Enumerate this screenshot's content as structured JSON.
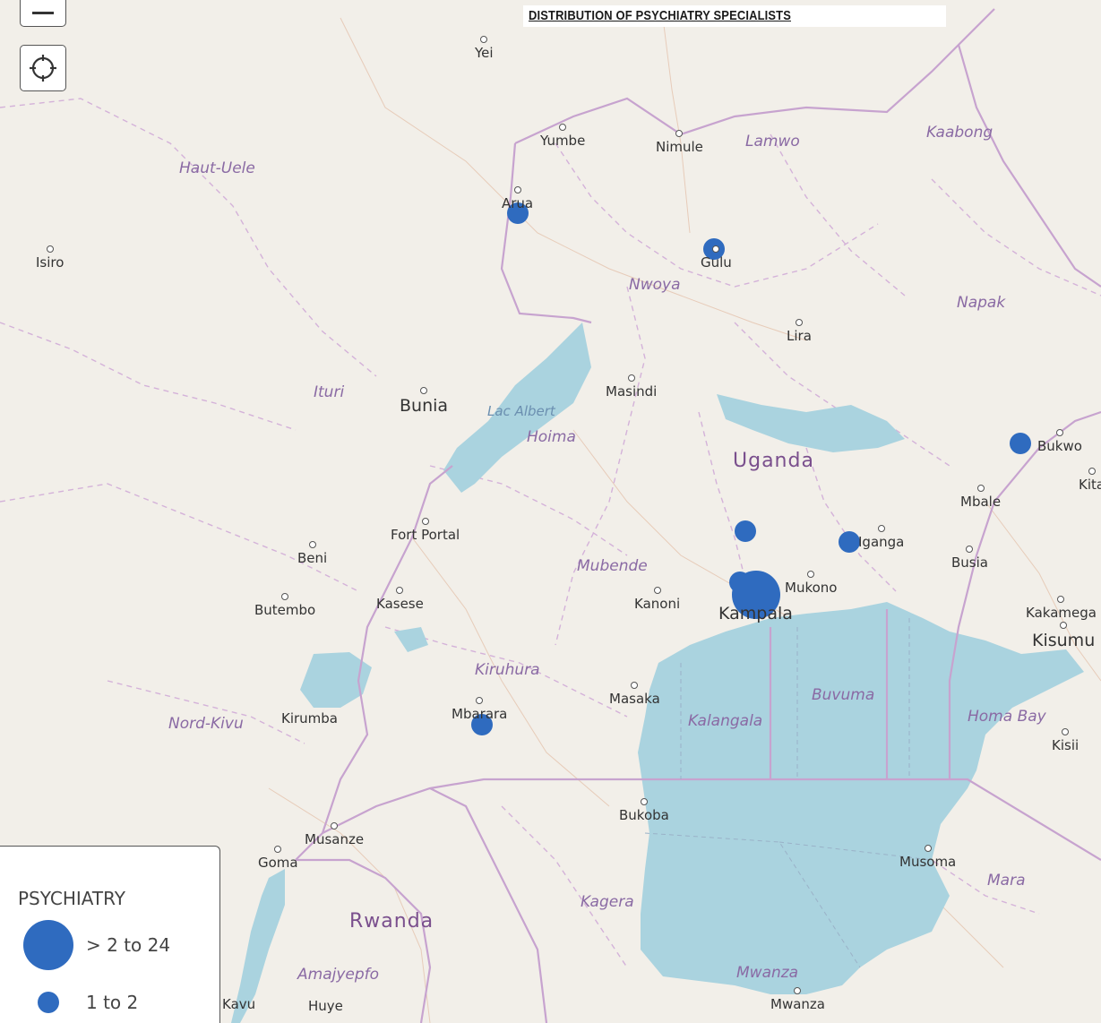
{
  "map": {
    "title": "DISTRIBUTION OF PSYCHIATRY SPECIALISTS",
    "colors": {
      "land": "#f2efe9",
      "water": "#aad3df",
      "border": "#c7a3cf",
      "marker": "#2f6bbf"
    },
    "controls": {
      "zoom_out_icon": "minus-icon",
      "locate_icon": "crosshair-icon"
    },
    "places": [
      {
        "text": "Yei",
        "kind": "town"
      },
      {
        "text": "Yumbe",
        "kind": "town"
      },
      {
        "text": "Nimule",
        "kind": "town"
      },
      {
        "text": "Lamwo",
        "kind": "region"
      },
      {
        "text": "Kaabong",
        "kind": "region"
      },
      {
        "text": "Haut-Uele",
        "kind": "region"
      },
      {
        "text": "Arua",
        "kind": "town"
      },
      {
        "text": "Gulu",
        "kind": "town"
      },
      {
        "text": "Isiro",
        "kind": "town"
      },
      {
        "text": "Nwoya",
        "kind": "region"
      },
      {
        "text": "Napak",
        "kind": "region"
      },
      {
        "text": "Lira",
        "kind": "town"
      },
      {
        "text": "Ituri",
        "kind": "region"
      },
      {
        "text": "Bunia",
        "kind": "city"
      },
      {
        "text": "Lac Albert",
        "kind": "water"
      },
      {
        "text": "Masindi",
        "kind": "town"
      },
      {
        "text": "Hoima",
        "kind": "region"
      },
      {
        "text": "Uganda",
        "kind": "country"
      },
      {
        "text": "Bukwo",
        "kind": "town"
      },
      {
        "text": "Kita",
        "kind": "town"
      },
      {
        "text": "Mbale",
        "kind": "town"
      },
      {
        "text": "Fort Portal",
        "kind": "town"
      },
      {
        "text": "Iganga",
        "kind": "town"
      },
      {
        "text": "Beni",
        "kind": "town"
      },
      {
        "text": "Mubende",
        "kind": "region"
      },
      {
        "text": "Busia",
        "kind": "town"
      },
      {
        "text": "Mukono",
        "kind": "town"
      },
      {
        "text": "Butembo",
        "kind": "town"
      },
      {
        "text": "Kasese",
        "kind": "town"
      },
      {
        "text": "Kanoni",
        "kind": "town"
      },
      {
        "text": "Kampala",
        "kind": "city"
      },
      {
        "text": "Kakamega",
        "kind": "town"
      },
      {
        "text": "Kisumu",
        "kind": "city"
      },
      {
        "text": "Kiruhura",
        "kind": "region"
      },
      {
        "text": "Masaka",
        "kind": "town"
      },
      {
        "text": "Buvuma",
        "kind": "region"
      },
      {
        "text": "Nord-Kivu",
        "kind": "region"
      },
      {
        "text": "Kirumba",
        "kind": "town"
      },
      {
        "text": "Mbarara",
        "kind": "town"
      },
      {
        "text": "Kalangala",
        "kind": "region"
      },
      {
        "text": "Homa Bay",
        "kind": "region"
      },
      {
        "text": "Kisii",
        "kind": "town"
      },
      {
        "text": "Bukoba",
        "kind": "town"
      },
      {
        "text": "Musanze",
        "kind": "town"
      },
      {
        "text": "Goma",
        "kind": "town"
      },
      {
        "text": "Musoma",
        "kind": "town"
      },
      {
        "text": "Mara",
        "kind": "region"
      },
      {
        "text": "Kagera",
        "kind": "region"
      },
      {
        "text": "Rwanda",
        "kind": "country"
      },
      {
        "text": "Amajyepfo",
        "kind": "region"
      },
      {
        "text": "Mwanza",
        "kind": "region"
      },
      {
        "text": "Kavu",
        "kind": "town"
      },
      {
        "text": "Huye",
        "kind": "town"
      },
      {
        "text": "Mwanza",
        "kind": "town"
      }
    ],
    "markers": [
      {
        "place": "Arua",
        "class": "1 to 2"
      },
      {
        "place": "Gulu",
        "class": "1 to 2"
      },
      {
        "place": "Bukwo",
        "class": "1 to 2"
      },
      {
        "place": "Iganga",
        "class": "1 to 2"
      },
      {
        "place": "Mbarara",
        "class": "1 to 2"
      },
      {
        "place": "north of Kampala",
        "class": "1 to 2"
      },
      {
        "place": "Kampala",
        "class": "> 2 to 24"
      }
    ],
    "legend": {
      "title": "PSYCHIATRY",
      "items": [
        {
          "label": "> 2 to 24",
          "size": "large"
        },
        {
          "label": "1 to 2",
          "size": "small"
        }
      ]
    }
  }
}
